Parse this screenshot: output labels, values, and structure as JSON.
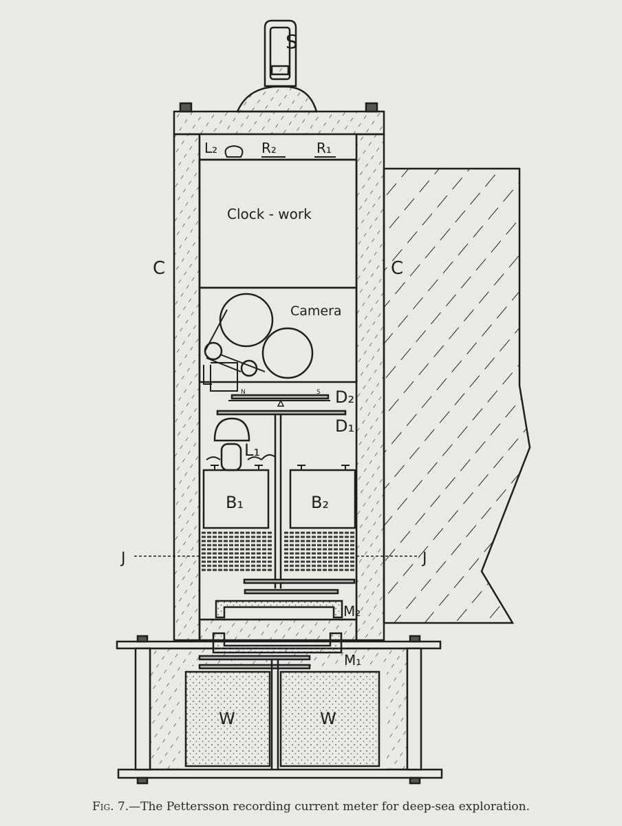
{
  "caption": {
    "fig_label": "Fig. 7.",
    "text": "—The Pettersson recording current meter for deep-sea exploration."
  },
  "labels": {
    "S": "S",
    "L2": "L₂",
    "R2": "R₂",
    "R1": "R₁",
    "clockwork": "Clock - work",
    "camera": "Camera",
    "C_left": "C",
    "C_right": "C",
    "N": "N",
    "S_small": "S",
    "D2": "D₂",
    "D1": "D₁",
    "L1": "L₁",
    "B1": "B₁",
    "B2": "B₂",
    "J_left": "J",
    "J_right": "J",
    "M2": "M₂",
    "M1": "M₁",
    "W_left": "W",
    "W_right": "W"
  },
  "colors": {
    "ink": "#1e1e1e",
    "paper": "#ebe9e4"
  }
}
